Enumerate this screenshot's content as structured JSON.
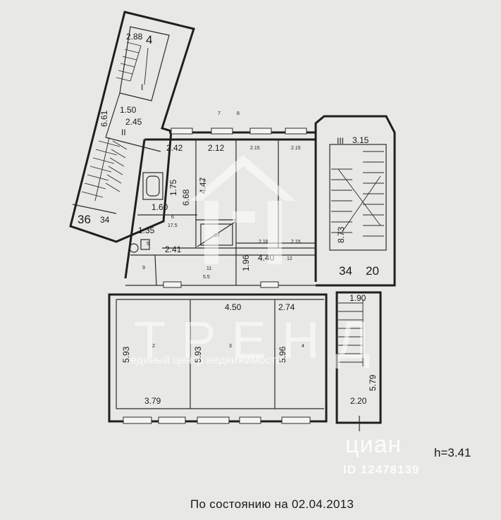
{
  "plan": {
    "caption": "По состоянию на 02.04.2013",
    "ceiling_height": "h=3.41",
    "stair_labels": [
      "I",
      "II",
      "III"
    ],
    "dimensions": [
      "2.88",
      "4",
      "1.50",
      "2.45",
      "6.61",
      "36",
      "34",
      "2.42",
      "2.12",
      "2.15",
      "2.15",
      "1.75",
      "1.60",
      "4.47",
      "6.68",
      "1.35",
      "2.41",
      "2.16",
      "2.15",
      "1.96",
      "4.40",
      "3.15",
      "8.73",
      "34",
      "20",
      "4.50",
      "2.74",
      "1.90",
      "5.93",
      "5.93",
      "5.96",
      "5.79",
      "3.79",
      "2.20"
    ],
    "room_numbers": [
      "7",
      "8",
      "1",
      "6",
      "10",
      "11",
      "12",
      "9",
      "2",
      "3",
      "4",
      "5"
    ],
    "room_areas": [
      "17.5",
      "5.5"
    ]
  },
  "watermarks": {
    "brand": "ТРЕНД",
    "brand_tagline": "единый центр недвижимости",
    "listing_site": "циан",
    "listing_id": "ID 12478139"
  },
  "colors": {
    "paper": "#e8e8e4",
    "ink": "#1f1f1f",
    "watermark": "#ffffff"
  }
}
